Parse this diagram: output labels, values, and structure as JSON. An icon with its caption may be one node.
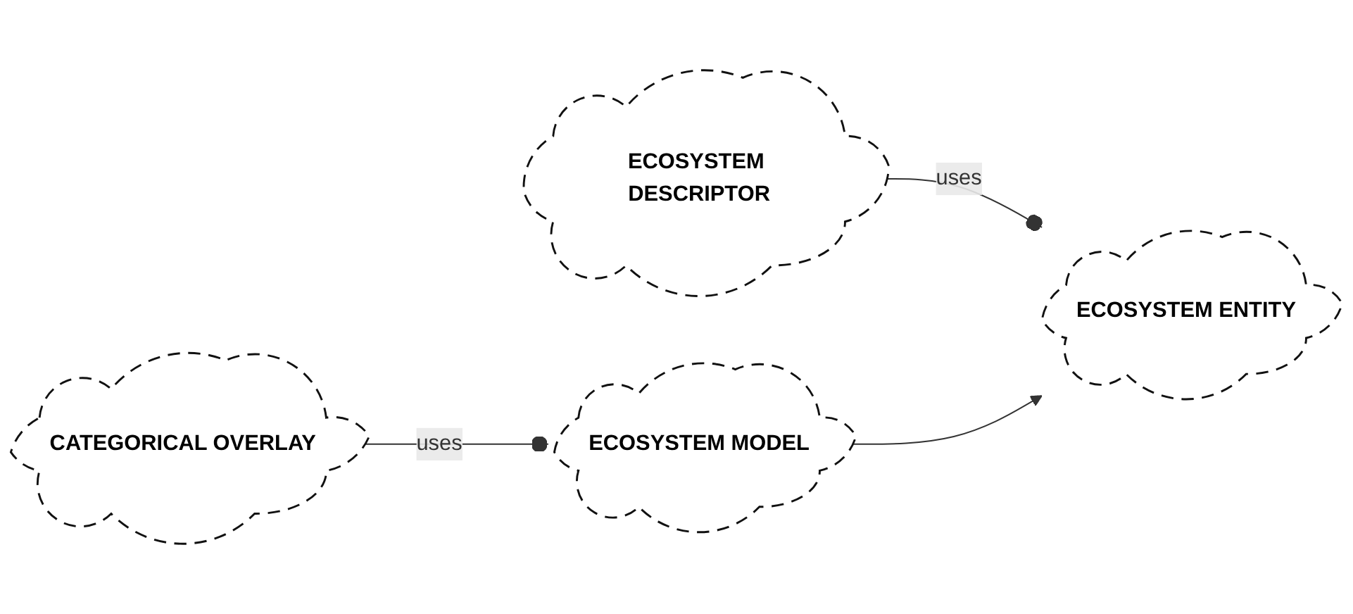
{
  "diagram": {
    "nodes": [
      {
        "text": [
          "ECOSYSTEM ENTITY"
        ]
      },
      {
        "text": [
          "ECOSYSTEM DESCRIPTOR"
        ]
      },
      {
        "text": [
          "ECOSYSTEM MODEL"
        ]
      },
      {
        "text": [
          "CATEGORICAL OVERLAY"
        ]
      }
    ],
    "edges": [
      {
        "from": 0,
        "to": 1,
        "arrow": "other",
        "label": "uses"
      },
      {
        "from": 2,
        "to": 0,
        "arrow": "to"
      },
      {
        "from": 2,
        "to": 3,
        "arrow": "other",
        "label": "uses"
      }
    ]
  }
}
